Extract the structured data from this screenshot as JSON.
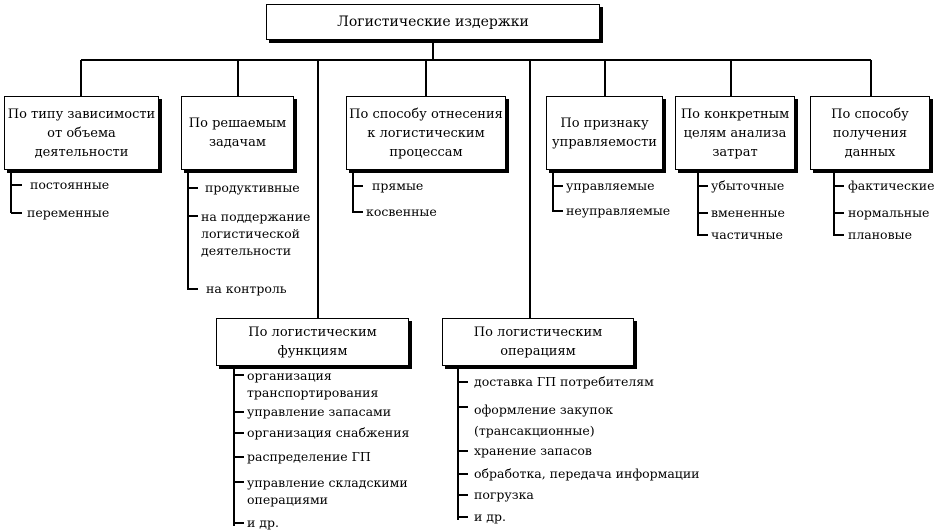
{
  "root": "Логистические издержки",
  "categories": [
    {
      "id": "c1",
      "title": "По типу зависимости\nот объема\nдеятельности",
      "items": [
        "постоянные",
        "переменные"
      ]
    },
    {
      "id": "c2",
      "title": "По решаемым\nзадачам",
      "items": [
        "продуктивные",
        "на поддержание\nлогистической\nдеятельности",
        "на контроль"
      ]
    },
    {
      "id": "c3",
      "title": "По способу отнесения\nк логистическим\nпроцессам",
      "items": [
        "прямые",
        "косвенные"
      ]
    },
    {
      "id": "c4",
      "title": "По признаку\nуправляемости",
      "items": [
        "управляемые",
        "неуправляемые"
      ]
    },
    {
      "id": "c5",
      "title": "По конкретным\nцелям анализа\nзатрат",
      "items": [
        "убыточные",
        "вмененные",
        "частичные"
      ]
    },
    {
      "id": "c6",
      "title": "По способу\nполучения\nданных",
      "items": [
        "фактические",
        "нормальные",
        "плановые"
      ]
    },
    {
      "id": "c7",
      "title": "По логистическим\nфункциям",
      "items": [
        "организация\nтранспортирования",
        "управление запасами",
        "организация снабжения",
        "распределение ГП",
        "управление складскими\nоперациями",
        "и др."
      ]
    },
    {
      "id": "c8",
      "title": "По логистическим\nоперациям",
      "items": [
        "доставка ГП потребителям",
        "оформление закупок\n(трансакционные)",
        "хранение запасов",
        "обработка, передача информации",
        "погрузка",
        "и др."
      ]
    }
  ]
}
